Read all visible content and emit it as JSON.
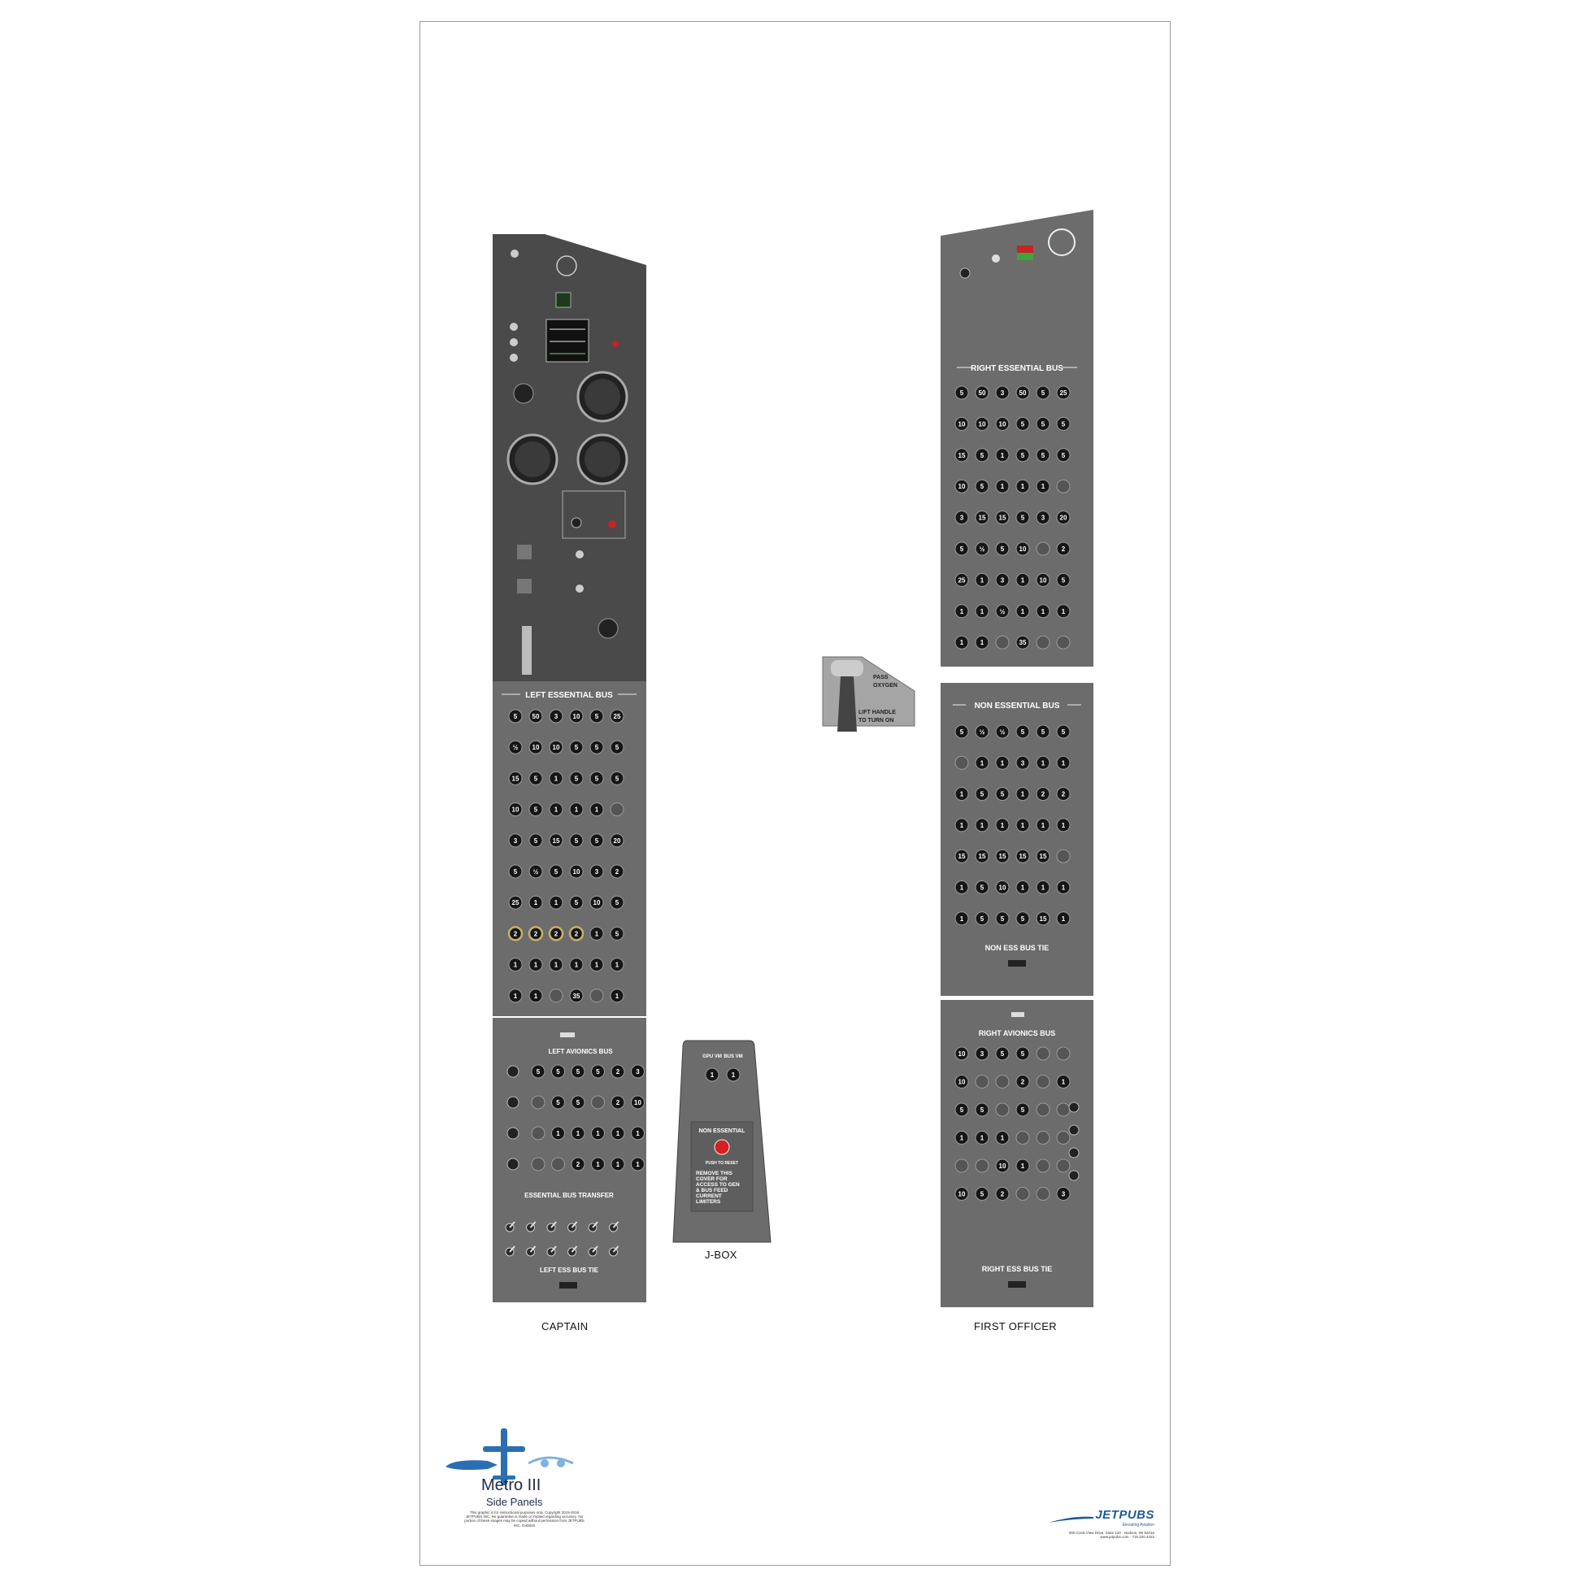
{
  "labels": {
    "captain": "CAPTAIN",
    "first_officer": "FIRST OFFICER",
    "jbox": "J-BOX"
  },
  "panels": {
    "left_essential_bus": "LEFT ESSENTIAL BUS",
    "left_avionics_bus": "LEFT AVIONICS BUS",
    "essential_bus_transfer": "ESSENTIAL BUS TRANSFER",
    "left_ess_bus_tie": "LEFT ESS BUS TIE",
    "right_essential_bus": "RIGHT ESSENTIAL BUS",
    "non_essential_bus": "NON ESSENTIAL BUS",
    "non_ess_bus_tie": "NON ESS BUS TIE",
    "right_avionics_bus": "RIGHT AVIONICS BUS",
    "right_ess_bus_tie": "RIGHT ESS BUS TIE",
    "pass_oxygen": [
      "PASS",
      "OXYGEN"
    ],
    "lift_handle": [
      "LIFT HANDLE",
      "TO TURN ON"
    ],
    "jbox_top": [
      "GPU VM",
      "BUS VM"
    ],
    "jbox_panel": {
      "title": "NON ESSENTIAL",
      "push": "PUSH TO RESET",
      "note": [
        "REMOVE THIS",
        "COVER FOR",
        "ACCESS TO GEN",
        "& BUS FEED",
        "CURRENT",
        "LIMITERS"
      ]
    }
  },
  "breakers": {
    "left_ess": [
      [
        "5",
        "50",
        "3",
        "10",
        "5",
        "25"
      ],
      [
        "½",
        "10",
        "10",
        "5",
        "5",
        "5"
      ],
      [
        "15",
        "5",
        "1",
        "5",
        "5",
        "5"
      ],
      [
        "10",
        "5",
        "1",
        "1",
        "1",
        ""
      ],
      [
        "3",
        "5",
        "15",
        "5",
        "5",
        "20"
      ],
      [
        "5",
        "½",
        "5",
        "10",
        "3",
        "2"
      ],
      [
        "25",
        "1",
        "1",
        "5",
        "10",
        "5"
      ],
      [
        "2",
        "2",
        "2",
        "2",
        "1",
        "5"
      ],
      [
        "1",
        "1",
        "1",
        "1",
        "1",
        "1"
      ],
      [
        "1",
        "1",
        "",
        "35",
        "",
        "1"
      ]
    ],
    "right_ess": [
      [
        "5",
        "50",
        "3",
        "50",
        "5",
        "25"
      ],
      [
        "10",
        "10",
        "10",
        "5",
        "5",
        "5"
      ],
      [
        "15",
        "5",
        "1",
        "5",
        "5",
        "5"
      ],
      [
        "10",
        "5",
        "1",
        "1",
        "1",
        ""
      ],
      [
        "3",
        "15",
        "15",
        "5",
        "3",
        "20"
      ],
      [
        "5",
        "½",
        "5",
        "10",
        "",
        "2"
      ],
      [
        "25",
        "1",
        "3",
        "1",
        "10",
        "5"
      ],
      [
        "1",
        "1",
        "½",
        "1",
        "1",
        "1"
      ],
      [
        "1",
        "1",
        "",
        "35",
        "",
        ""
      ]
    ],
    "non_ess": [
      [
        "5",
        "½",
        "½",
        "5",
        "5",
        "5"
      ],
      [
        "",
        "1",
        "1",
        "3",
        "1",
        "1"
      ],
      [
        "1",
        "5",
        "5",
        "1",
        "2",
        "2"
      ],
      [
        "1",
        "1",
        "1",
        "1",
        "1",
        "1"
      ],
      [
        "15",
        "15",
        "15",
        "15",
        "15",
        ""
      ],
      [
        "1",
        "5",
        "10",
        "1",
        "1",
        "1"
      ],
      [
        "1",
        "5",
        "5",
        "5",
        "15",
        "1"
      ]
    ],
    "left_av": [
      [
        "5",
        "5",
        "5",
        "5",
        "2",
        "3"
      ],
      [
        "",
        "5",
        "5",
        "",
        "2",
        "10"
      ],
      [
        "",
        "1",
        "1",
        "1",
        "1",
        "1"
      ],
      [
        "",
        "",
        "2",
        "1",
        "1",
        "1"
      ]
    ],
    "right_av": [
      [
        "10",
        "3",
        "5",
        "5",
        "",
        ""
      ],
      [
        "10",
        "",
        "",
        "2",
        "",
        "1"
      ],
      [
        "5",
        "5",
        "",
        "5",
        "",
        ""
      ],
      [
        "1",
        "1",
        "1",
        "",
        "",
        ""
      ],
      [
        "",
        "",
        "10",
        "1",
        "",
        ""
      ],
      [
        "10",
        "5",
        "2",
        "",
        "",
        "3"
      ]
    ],
    "jbox": [
      "1",
      "1"
    ]
  },
  "footer": {
    "title": "Metro III",
    "subtitle": "Side Panels",
    "fine_print": "This graphic is for instructional purposes only. Copyright 2015-2016 JETPUBS INC. No guarantee is made or implied regarding accuracy. No portion of these images may be copied without permission from JETPUBS INC. D40815",
    "brand": "JETPUBS",
    "tagline": "Elevating Aviation",
    "address": "900 Coral View Drive, Suite 120 · Hudson, WI 54016",
    "web": "www.jetpubs.com · 715.220.4222"
  },
  "colors": {
    "panel": "#6c6c6c",
    "panel_dark": "#4a4a4a",
    "breaker": "#161616",
    "breaker_gold": "#c9b067",
    "brand_blue": "#1f5b97",
    "reset_red": "#d42020"
  }
}
